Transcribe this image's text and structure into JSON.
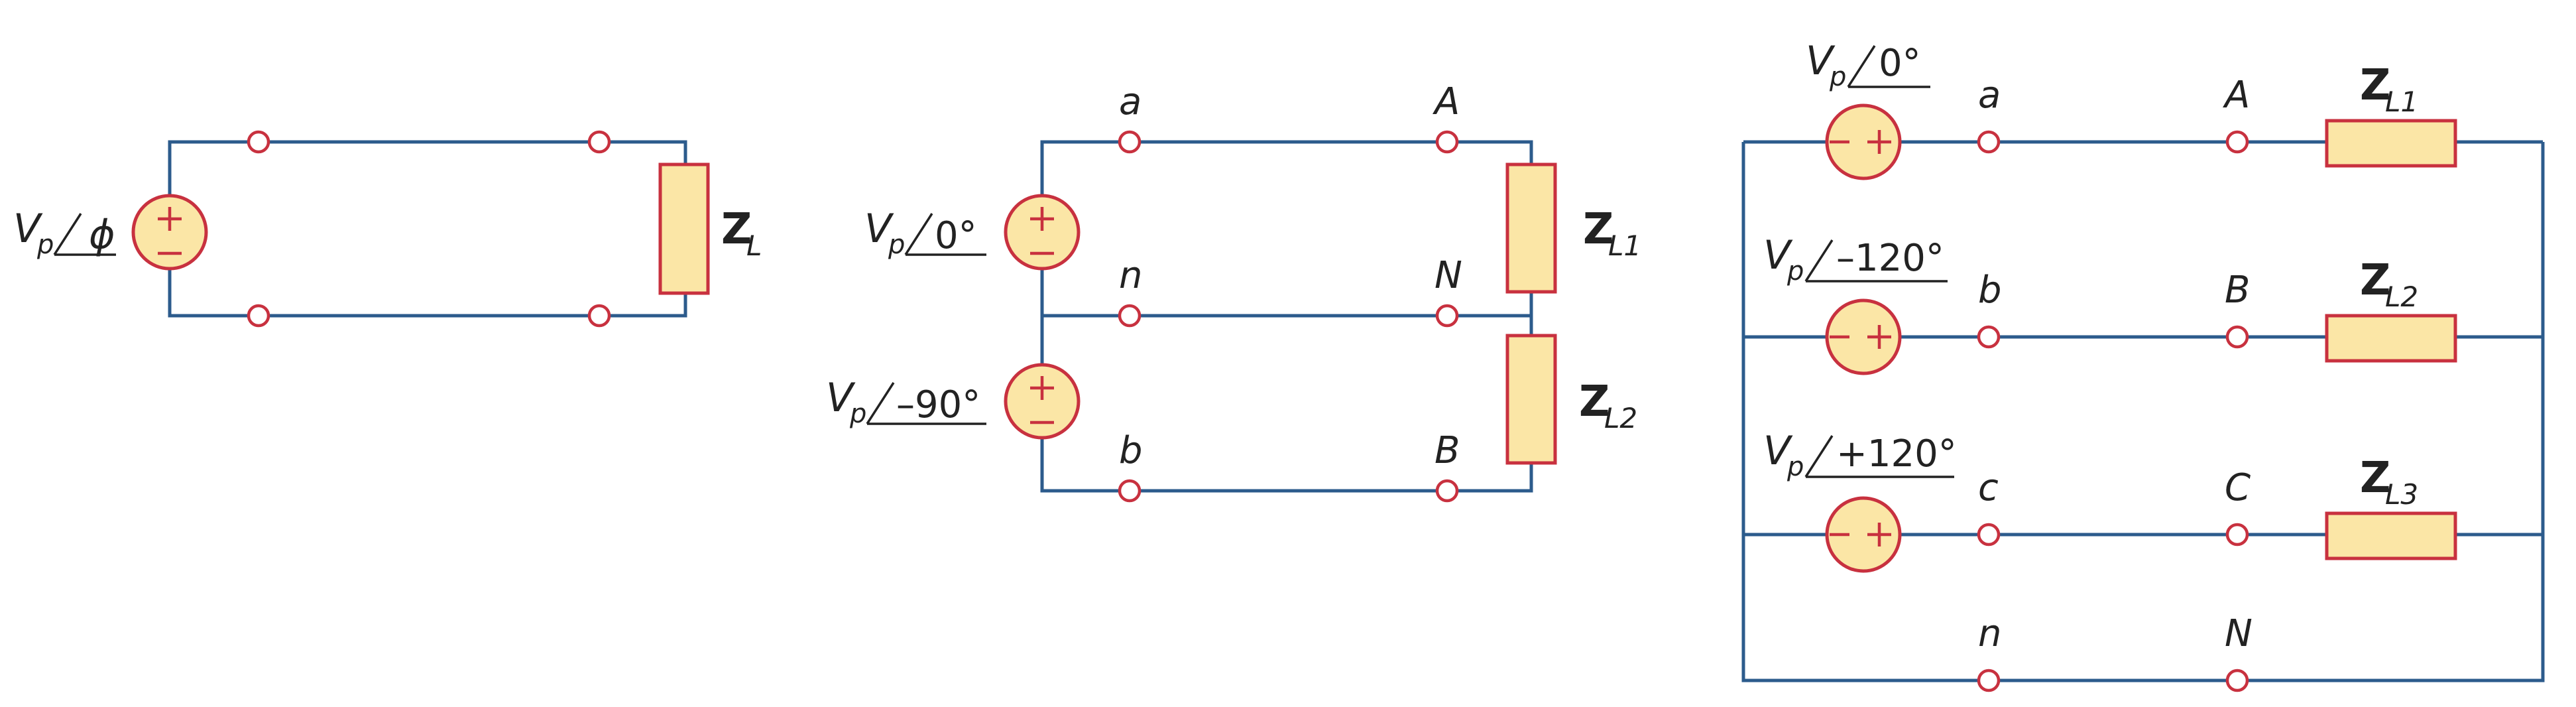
{
  "colors": {
    "wire": "#2c5b8c",
    "accent": "#c8313f",
    "fill": "#fbe6a6"
  },
  "diagram1": {
    "source": {
      "v": "V",
      "sub": "p",
      "angle": "ϕ"
    },
    "load": {
      "z": "Z",
      "sub": "L"
    }
  },
  "diagram2": {
    "source1": {
      "v": "V",
      "sub": "p",
      "angle": "0°"
    },
    "source2": {
      "v": "V",
      "sub": "p",
      "angle": "–90°"
    },
    "nodes": {
      "a": "a",
      "A": "A",
      "n": "n",
      "N": "N",
      "b": "b",
      "B": "B"
    },
    "load1": {
      "z": "Z",
      "sub": "L1"
    },
    "load2": {
      "z": "Z",
      "sub": "L2"
    }
  },
  "diagram3": {
    "source1": {
      "v": "V",
      "sub": "p",
      "angle": "0°"
    },
    "source2": {
      "v": "V",
      "sub": "p",
      "angle": "–120°"
    },
    "source3": {
      "v": "V",
      "sub": "p",
      "angle": "+120°"
    },
    "nodes": {
      "a": "a",
      "A": "A",
      "b": "b",
      "B": "B",
      "c": "c",
      "C": "C",
      "n": "n",
      "N": "N"
    },
    "load1": {
      "z": "Z",
      "sub": "L1"
    },
    "load2": {
      "z": "Z",
      "sub": "L2"
    },
    "load3": {
      "z": "Z",
      "sub": "L3"
    }
  }
}
